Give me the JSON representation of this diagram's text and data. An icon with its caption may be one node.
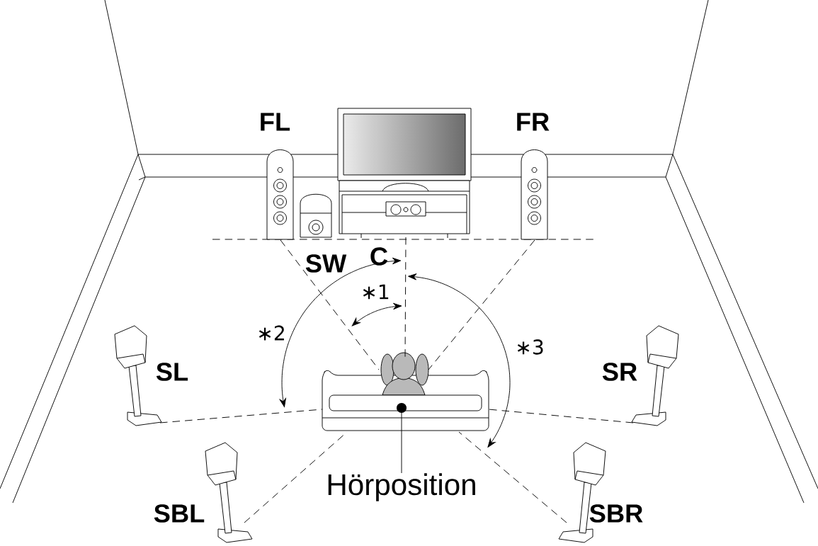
{
  "diagram": {
    "nodes": [
      {
        "text": [
          "FL"
        ]
      },
      {
        "text": [
          "FR"
        ]
      },
      {
        "text": [
          "SW"
        ]
      },
      {
        "text": [
          "C"
        ]
      },
      {
        "text": [],
        "shape": "picture"
      },
      {
        "text": [
          "SL"
        ]
      },
      {
        "text": [
          "SR"
        ]
      },
      {
        "text": [
          "Hörposition"
        ]
      },
      {
        "text": [
          "SBL"
        ]
      },
      {
        "text": [
          "SBR"
        ]
      }
    ],
    "edges": [
      {
        "from": 0,
        "to": 4,
        "arrow": "none",
        "style": "dashed"
      },
      {
        "from": 3,
        "to": 4,
        "arrow": "none",
        "style": "dashed"
      },
      {
        "from": 1,
        "to": 4,
        "arrow": "none",
        "style": "dashed"
      },
      {
        "from": 5,
        "to": 4,
        "arrow": "none",
        "style": "dashed"
      },
      {
        "from": 6,
        "to": 4,
        "arrow": "none",
        "style": "dashed"
      },
      {
        "from": 8,
        "to": 4,
        "arrow": "none",
        "style": "dashed"
      },
      {
        "from": 9,
        "to": 4,
        "arrow": "none",
        "style": "dashed"
      },
      {
        "from": 7,
        "to": 4,
        "arrow": "none"
      }
    ],
    "labels": [
      "∗1",
      "∗2",
      "∗3"
    ]
  }
}
